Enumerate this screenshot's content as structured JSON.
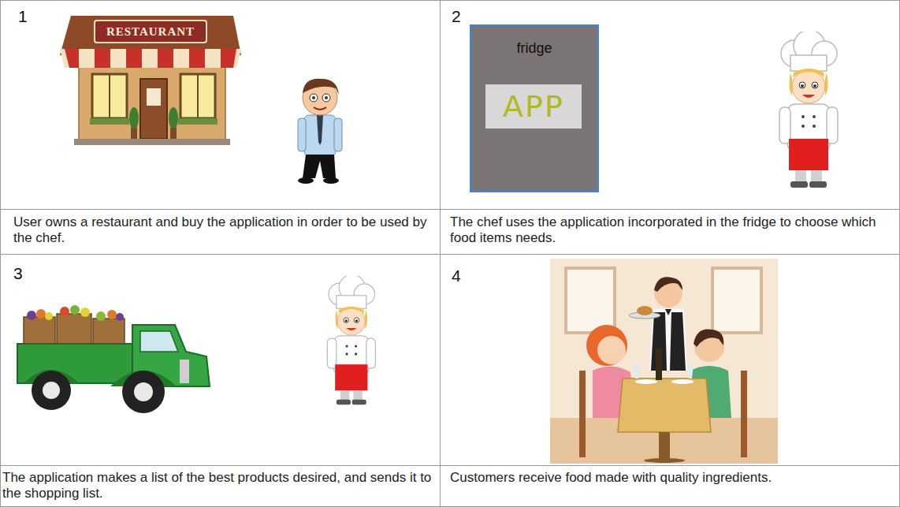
{
  "diagram": {
    "nodes": [
      {
        "text": [
          "1"
        ]
      },
      {
        "text": [
          "RESTAURANT"
        ],
        "in": 0
      },
      {
        "text": [
          "2"
        ]
      },
      {
        "text": [
          "fridge"
        ],
        "in": 2
      },
      {
        "text": [
          "APP"
        ],
        "in": 3
      },
      {
        "text": [
          "User owns a restaurant and buy the application in order to be used by the chef."
        ]
      },
      {
        "text": [
          "The chef uses the application incorporated in the fridge to choose which food items needs."
        ]
      },
      {
        "text": [
          "3"
        ]
      },
      {
        "text": [
          "4"
        ]
      },
      {
        "text": [
          "The application makes a list of the best products desired, and sends it to the shopping list."
        ]
      },
      {
        "text": [
          "Customers receive food made with quality ingredients."
        ]
      }
    ]
  }
}
